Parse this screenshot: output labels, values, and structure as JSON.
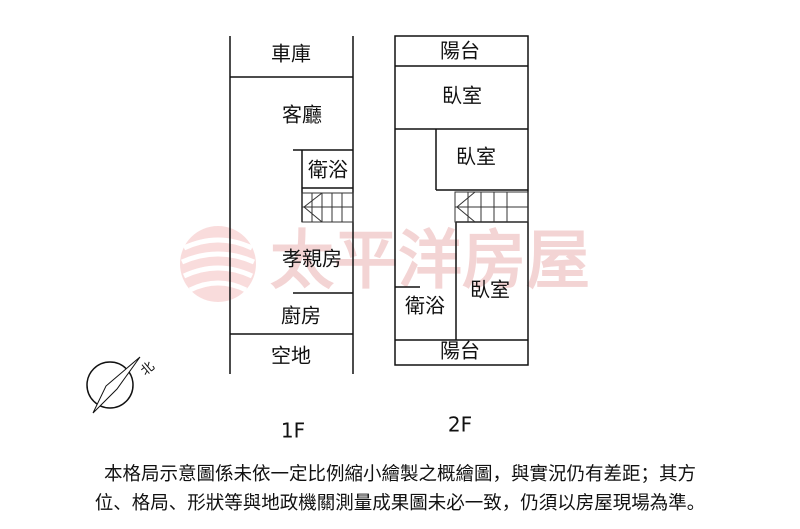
{
  "floor_1": {
    "label": "1F",
    "rooms": {
      "garage": "車庫",
      "living_room": "客廳",
      "bathroom": "衛浴",
      "family_room": "孝親房",
      "kitchen": "廚房",
      "open_space": "空地"
    }
  },
  "floor_2": {
    "label": "2F",
    "rooms": {
      "balcony_top": "陽台",
      "bedroom_1": "臥室",
      "bedroom_2": "臥室",
      "bathroom": "衛浴",
      "bedroom_3": "臥室",
      "balcony_bottom": "陽台"
    }
  },
  "compass": {
    "label": "北"
  },
  "watermark": {
    "text": "太平洋房屋"
  },
  "disclaimer": {
    "line1": "本格局示意圖係未依一定比例縮小繪製之概繪圖，與實況仍有差距；其方",
    "line2": "位、格局、形狀等與地政機關測量成果圖未必一致，仍須以房屋現場為準。"
  },
  "colors": {
    "watermark": "#e9b1b1",
    "line": "#111111"
  }
}
